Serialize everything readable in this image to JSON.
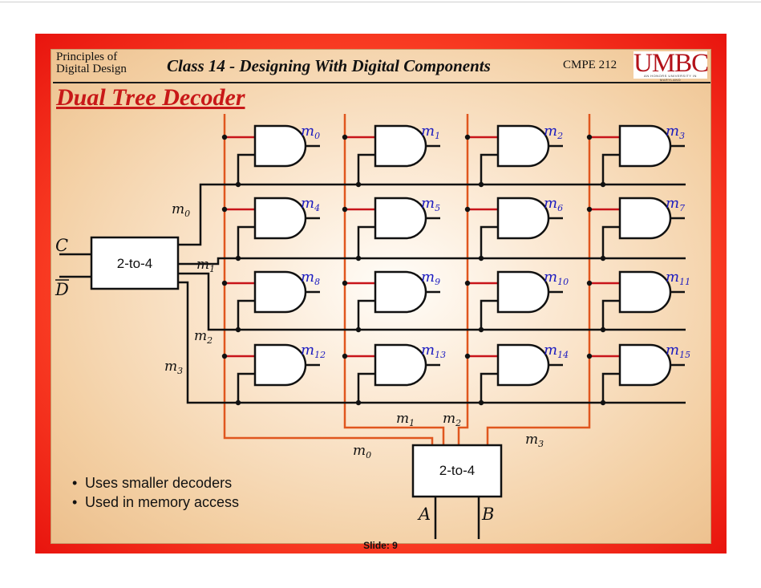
{
  "header": {
    "course_line1": "Principles of",
    "course_line2": "Digital Design",
    "title": "Class 14 - Designing With Digital Components",
    "course_code": "CMPE 212",
    "logo_text": "UMBC",
    "logo_tagline": "AN HONORS UNIVERSITY IN MARYLAND"
  },
  "slide_title": "Dual Tree Decoder",
  "row_decoder": {
    "label": "2-to-4",
    "input_c": "C",
    "input_d": "D",
    "outputs": [
      "m0",
      "m1",
      "m2",
      "m3"
    ]
  },
  "col_decoder": {
    "label": "2-to-4",
    "input_a": "A",
    "input_b": "B",
    "outputs": [
      "m0",
      "m1",
      "m2",
      "m3"
    ]
  },
  "minterms": [
    "m0",
    "m1",
    "m2",
    "m3",
    "m4",
    "m5",
    "m6",
    "m7",
    "m8",
    "m9",
    "m10",
    "m11",
    "m12",
    "m13",
    "m14",
    "m15"
  ],
  "bullets": [
    "Uses smaller decoders",
    "Used in memory access"
  ],
  "slide_number": "Slide: 9",
  "colors": {
    "accent_red": "#c81818",
    "wire_orange": "#e0561e",
    "label_blue": "#1c1cc0"
  }
}
